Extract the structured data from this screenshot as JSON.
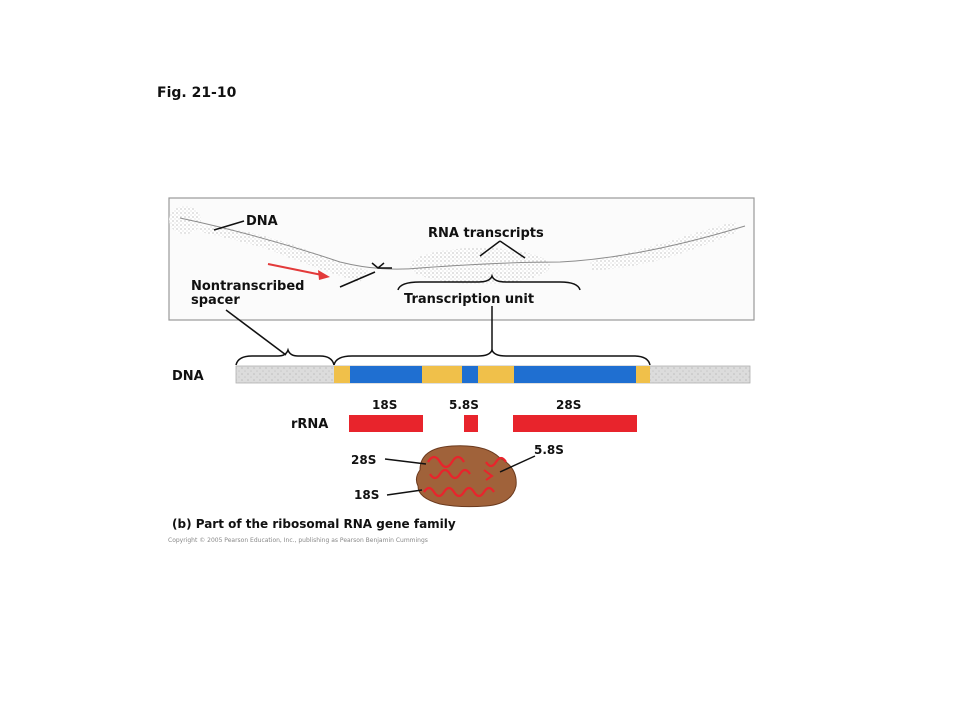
{
  "figure_label": "Fig. 21-10",
  "micrograph": {
    "dna_label": "DNA",
    "rna_transcripts_label": "RNA transcripts",
    "nontranscribed_label_line1": "Nontranscribed",
    "nontranscribed_label_line2": "spacer",
    "transcription_unit_label": "Transcription unit"
  },
  "gene_map": {
    "dna_label": "DNA",
    "rrna_label": "rRNA",
    "segments": [
      {
        "name": "18S",
        "label": "18S"
      },
      {
        "name": "5.8S",
        "label": "5.8S"
      },
      {
        "name": "28S",
        "label": "28S"
      }
    ]
  },
  "ribosome": {
    "label_28s": "28S",
    "label_58s": "5.8S",
    "label_18s": "18S"
  },
  "caption": "(b) Part of the ribosomal RNA gene family",
  "copyright": "Copyright © 2005 Pearson Education, Inc., publishing as Pearson Benjamin Cummings",
  "colors": {
    "spacer_gray": "#d9d9d9",
    "ets_yellow": "#f0c04a",
    "coding_blue": "#1f6fd1",
    "rrna_red": "#e8242c",
    "ribosome_brown": "#a0623a",
    "annotation_red": "#e33a3a"
  }
}
